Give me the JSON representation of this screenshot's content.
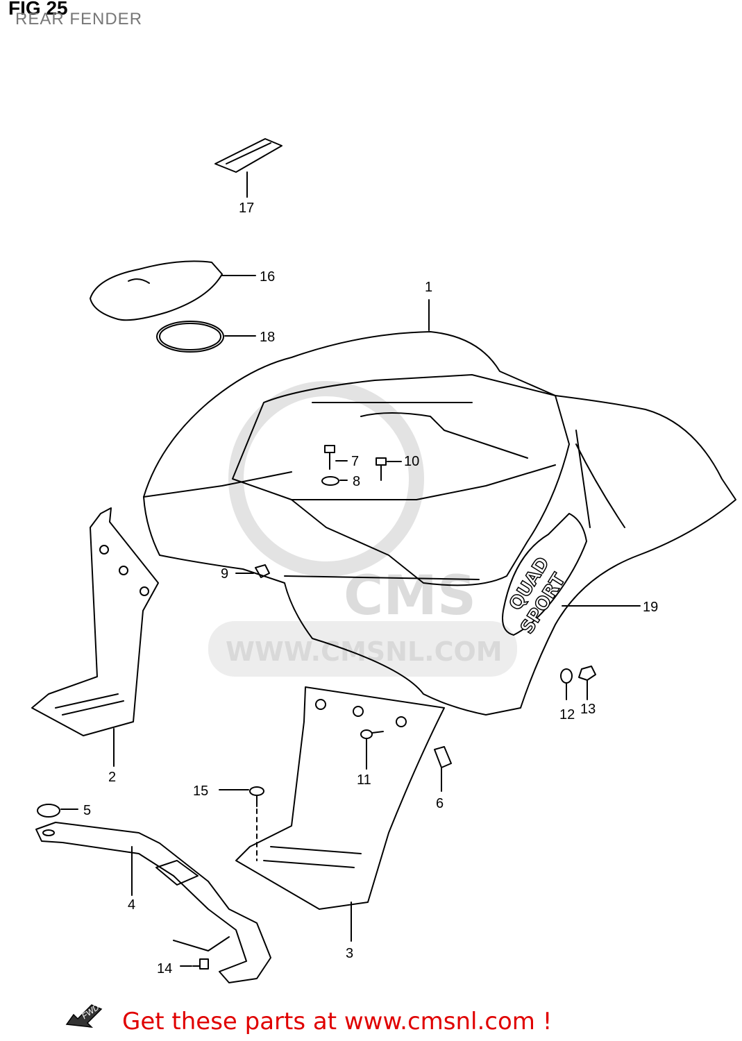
{
  "header": {
    "fig_label": "FIG 25",
    "subtitle": "REAR FENDER"
  },
  "watermark": {
    "logo_text": "CMS",
    "url_text": "WWW.CMSNL.COM"
  },
  "decal": {
    "line1": "QUAD",
    "line2": "SPORT"
  },
  "fwd_badge": {
    "label": "FWD"
  },
  "footer": {
    "promo_text": "Get these parts at www.cmsnl.com !"
  },
  "parts": [
    {
      "number": "1"
    },
    {
      "number": "2"
    },
    {
      "number": "3"
    },
    {
      "number": "4"
    },
    {
      "number": "5"
    },
    {
      "number": "6"
    },
    {
      "number": "7"
    },
    {
      "number": "8"
    },
    {
      "number": "9"
    },
    {
      "number": "10"
    },
    {
      "number": "11"
    },
    {
      "number": "12"
    },
    {
      "number": "13"
    },
    {
      "number": "14"
    },
    {
      "number": "15"
    },
    {
      "number": "16"
    },
    {
      "number": "17"
    },
    {
      "number": "18"
    },
    {
      "number": "19"
    }
  ],
  "colors": {
    "line": "#000000",
    "watermark": "#d9d9d9",
    "promo": "#e00000",
    "subtitle": "#777777"
  }
}
